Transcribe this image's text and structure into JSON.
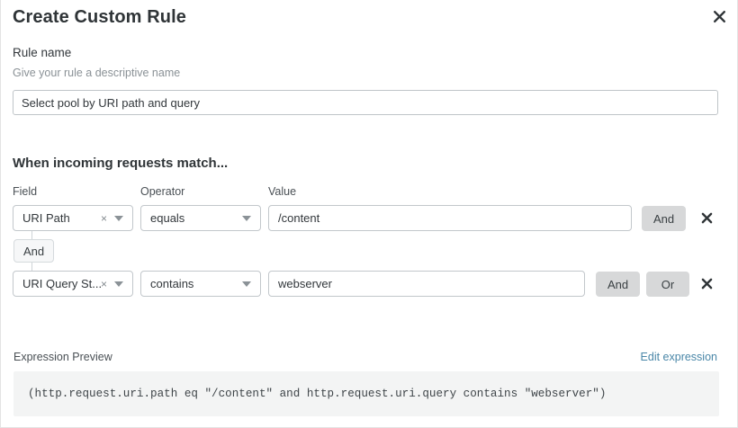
{
  "dialog": {
    "title": "Create Custom Rule",
    "close_icon": "close-icon"
  },
  "rule_name": {
    "label": "Rule name",
    "help": "Give your rule a descriptive name",
    "value": "Select pool by URI path and query",
    "placeholder": "Select pool by URI path and query"
  },
  "match_section": {
    "heading": "When incoming requests match...",
    "columns": {
      "field": "Field",
      "operator": "Operator",
      "value": "Value"
    },
    "connector_chip": "And",
    "rows": [
      {
        "field": "URI Path",
        "operator": "equals",
        "value": "/content",
        "conjunctions": [
          "And"
        ],
        "clear_icon": "×",
        "delete_icon": "close-icon"
      },
      {
        "field": "URI Query St...",
        "operator": "contains",
        "value": "webserver",
        "conjunctions": [
          "And",
          "Or"
        ],
        "clear_icon": "×",
        "delete_icon": "close-icon"
      }
    ]
  },
  "expression": {
    "label": "Expression Preview",
    "edit_link": "Edit expression",
    "code": "(http.request.uri.path eq \"/content\" and http.request.uri.query contains \"webserver\")"
  },
  "colors": {
    "link": "#4a87a8",
    "conj_button_bg": "#d7d8d9",
    "code_bg": "#f3f4f4",
    "border": "#c2c7cb"
  }
}
